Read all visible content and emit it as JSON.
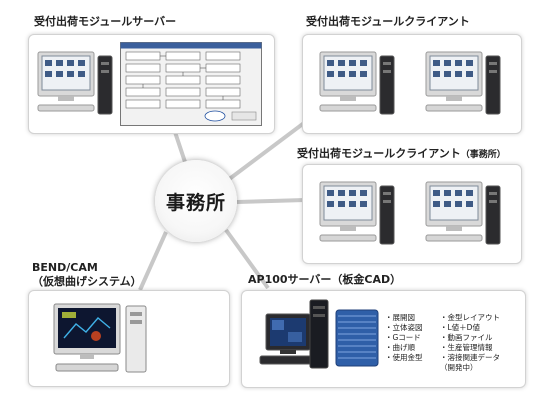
{
  "hub": {
    "label": "事務所"
  },
  "nodes": {
    "server": {
      "title": "受付出荷モジュールサーバー"
    },
    "client1": {
      "title": "受付出荷モジュールクライアント"
    },
    "client2": {
      "title": "受付出荷モジュールクライアント",
      "note": "（事務所）"
    },
    "bendcam": {
      "title": "BEND/CAM",
      "subtitle": "（仮想曲げシステム）"
    },
    "ap100": {
      "title": "AP100サーバー（板金CAD）",
      "features_left": [
        "・展開図",
        "・立体姿図",
        "・Gコード",
        "・曲げ順",
        "・使用金型"
      ],
      "features_right": [
        "・金型レイアウト",
        "・L値＋D値",
        "・動画ファイル",
        "・生産管理情報",
        "・溶接関連データ",
        "（開発中）"
      ]
    }
  },
  "colors": {
    "connector": "#c8c8c8",
    "panel_border": "#d2d2d2",
    "monitor_bezel": "#d9d9d9",
    "screen_blue": "#2e4f86",
    "bend_screen": "#0d1630",
    "tower_dark": "#1a1c22",
    "disk_blue": "#2f5fa8"
  }
}
